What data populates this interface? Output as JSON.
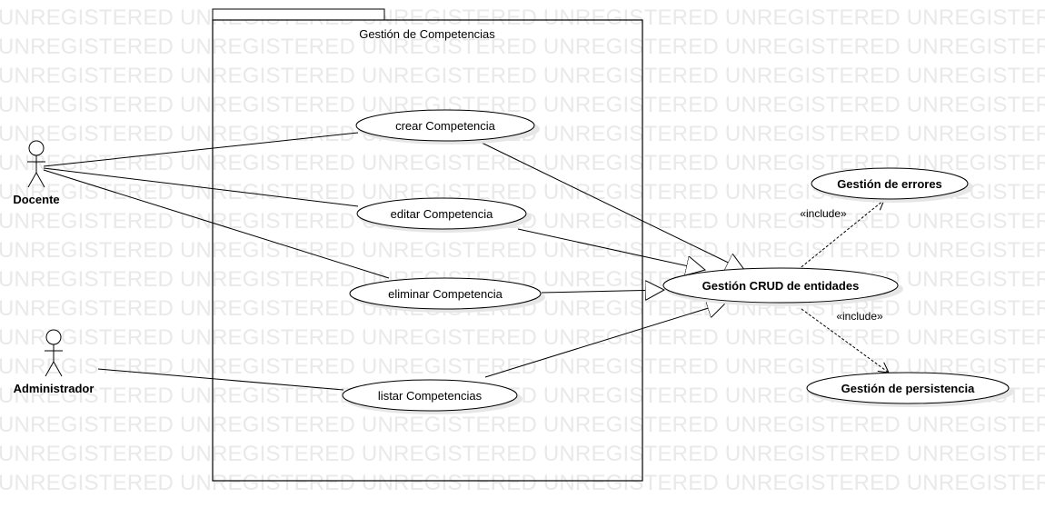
{
  "watermark": {
    "text": "UNREGISTERED",
    "rows": 17,
    "repeat": 9
  },
  "system": {
    "title": "Gestión de Competencias"
  },
  "actors": [
    {
      "id": "docente",
      "label": "Docente"
    },
    {
      "id": "administrador",
      "label": "Administrador"
    }
  ],
  "use_cases": [
    {
      "id": "crear",
      "label": "crear Competencia"
    },
    {
      "id": "editar",
      "label": "editar  Competencia"
    },
    {
      "id": "eliminar",
      "label": "eliminar  Competencia"
    },
    {
      "id": "listar",
      "label": "listar  Competencias"
    },
    {
      "id": "crud",
      "label": "Gestión CRUD de entidades"
    },
    {
      "id": "errores",
      "label": "Gestión de errores"
    },
    {
      "id": "persistencia",
      "label": "Gestión de persistencia"
    }
  ],
  "relations": {
    "include_label_1": "«include»",
    "include_label_2": "«include»"
  },
  "colors": {
    "line": "#000000",
    "shadow": "#e6e6e6",
    "watermark": "#e9e9e9"
  }
}
